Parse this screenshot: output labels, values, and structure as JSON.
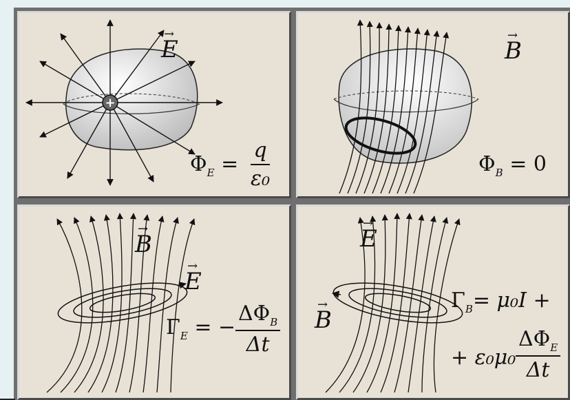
{
  "panels": {
    "electric_gauss": {
      "field_label": "E",
      "flux_symbol": "Φ",
      "flux_subscript": "E",
      "equals": "=",
      "numerator": "q",
      "denominator": "ε₀",
      "charge_symbol": "+"
    },
    "magnetic_gauss": {
      "field_label": "B",
      "flux_symbol": "Φ",
      "flux_subscript": "B",
      "rhs": "= 0"
    },
    "faraday": {
      "field_b_label": "B",
      "field_e_label": "E",
      "circulation_symbol": "Γ",
      "circulation_subscript": "E",
      "equals": "= −",
      "numerator": "ΔΦ",
      "numerator_subscript": "B",
      "denominator": "Δt"
    },
    "ampere_maxwell": {
      "field_e_label": "E",
      "field_b_label": "B",
      "circulation_symbol": "Γ",
      "circulation_subscript": "B",
      "line1_rhs": "= μ₀I +",
      "line2_prefix": "+ ε₀μ₀",
      "numerator": "ΔΦ",
      "numerator_subscript": "E",
      "denominator": "Δt"
    }
  }
}
